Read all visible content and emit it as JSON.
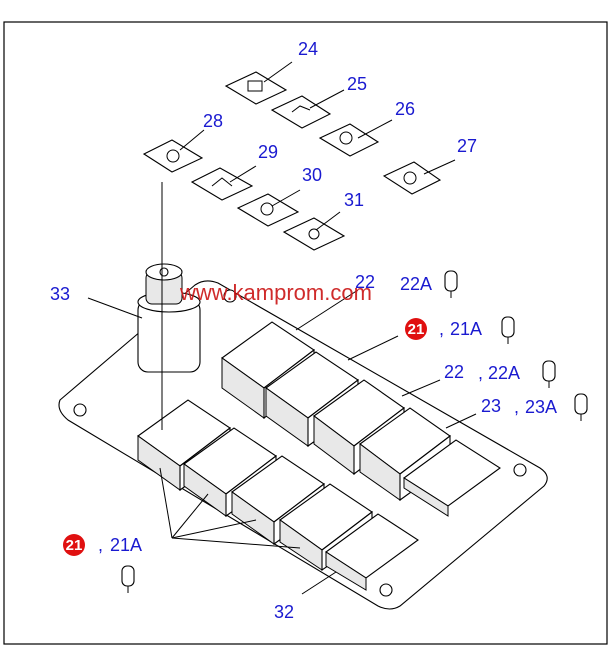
{
  "callouts": {
    "c24": "24",
    "c25": "25",
    "c26": "26",
    "c27": "27",
    "c28": "28",
    "c29": "29",
    "c30": "30",
    "c31": "31",
    "c33": "33",
    "c22a": "22",
    "c22b": "22",
    "c23": "23",
    "c32": "32",
    "c22A_1": "22A",
    "c22A_2": "22A",
    "c23A": "23A",
    "c21A_1": "21A",
    "c21A_2": "21A",
    "comma": ","
  },
  "badges": {
    "b1": "21",
    "b2": "21"
  },
  "watermark": "www.kamprom.com",
  "colors": {
    "label": "#1a1ad0",
    "badge": "#e01010",
    "watermark": "#cc1a1a"
  }
}
